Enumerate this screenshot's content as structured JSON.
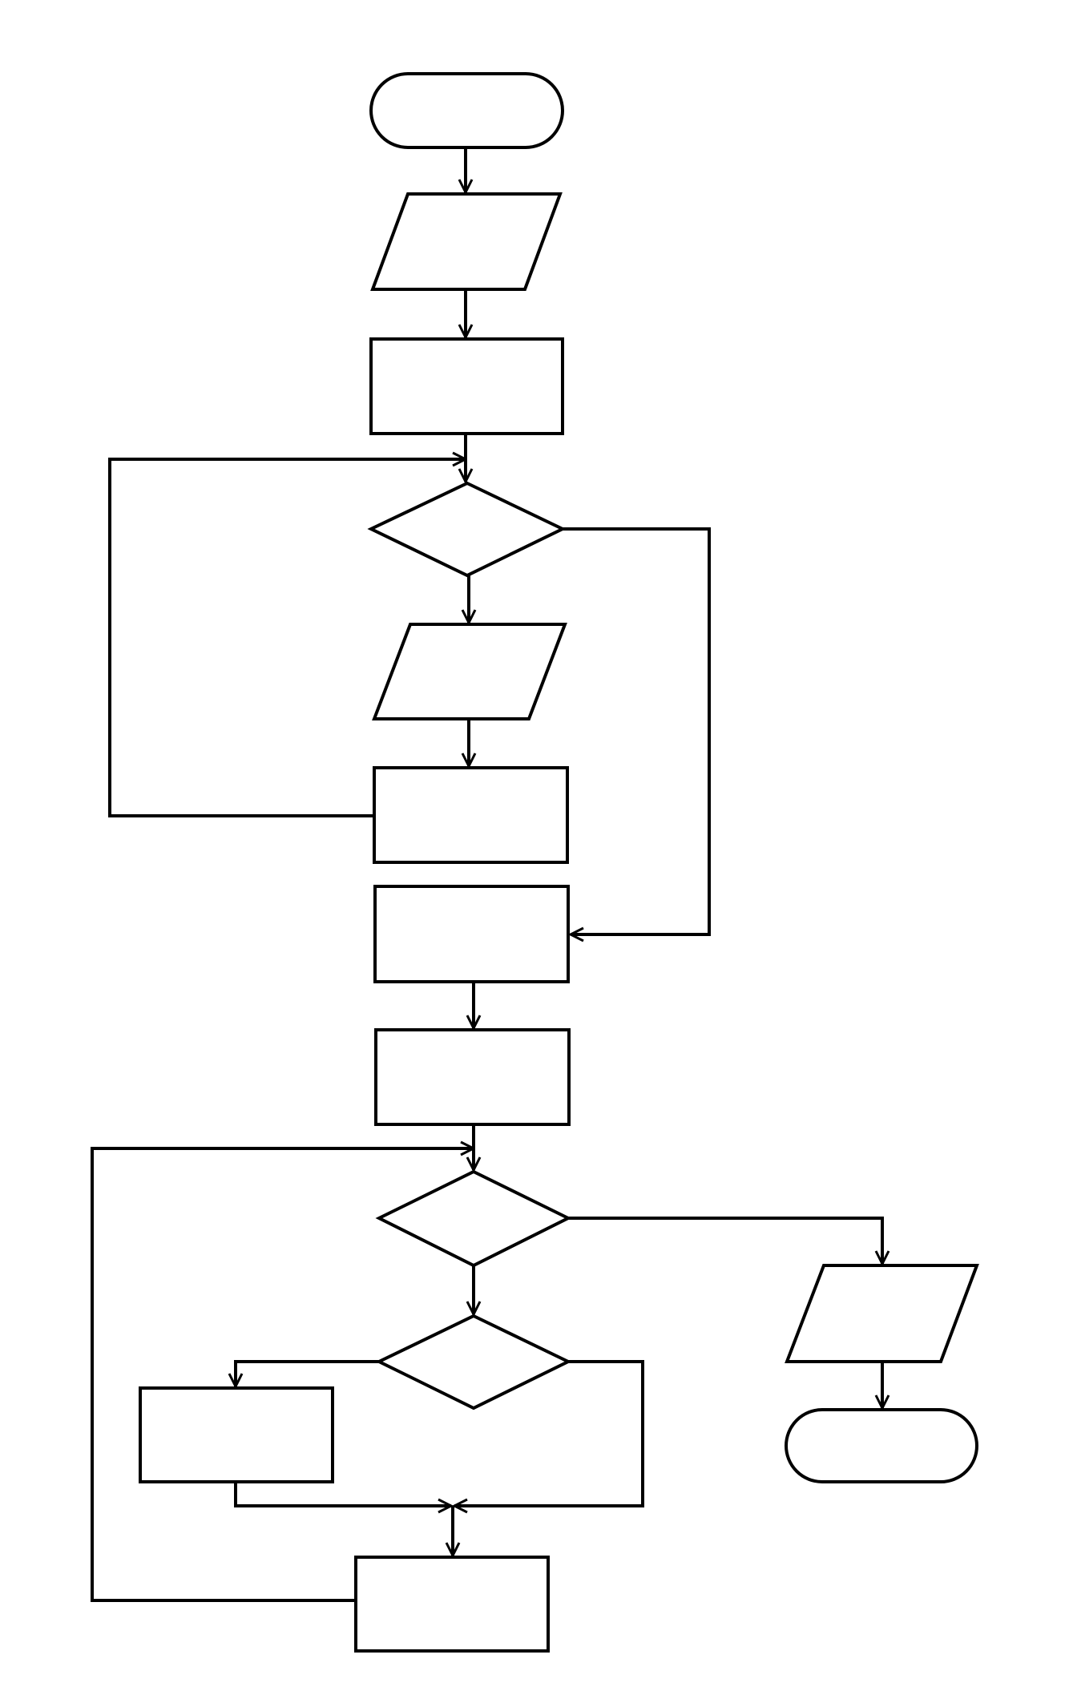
{
  "diagram": {
    "type": "flowchart",
    "line_color": "#000000",
    "background": "#ffffff",
    "nodes": [
      {
        "id": "start",
        "shape": "terminator",
        "label": ""
      },
      {
        "id": "input-1",
        "shape": "parallelogram",
        "label": ""
      },
      {
        "id": "process-1",
        "shape": "rectangle",
        "label": ""
      },
      {
        "id": "decision-1",
        "shape": "diamond",
        "label": ""
      },
      {
        "id": "input-2",
        "shape": "parallelogram",
        "label": ""
      },
      {
        "id": "process-2",
        "shape": "rectangle",
        "label": ""
      },
      {
        "id": "process-3",
        "shape": "rectangle",
        "label": ""
      },
      {
        "id": "process-4",
        "shape": "rectangle",
        "label": ""
      },
      {
        "id": "decision-2",
        "shape": "diamond",
        "label": ""
      },
      {
        "id": "decision-3",
        "shape": "diamond",
        "label": ""
      },
      {
        "id": "process-5",
        "shape": "rectangle",
        "label": ""
      },
      {
        "id": "process-6",
        "shape": "rectangle",
        "label": ""
      },
      {
        "id": "output-1",
        "shape": "parallelogram",
        "label": ""
      },
      {
        "id": "end",
        "shape": "terminator",
        "label": ""
      }
    ],
    "edges": [
      {
        "from": "start",
        "to": "input-1"
      },
      {
        "from": "input-1",
        "to": "process-1"
      },
      {
        "from": "process-1",
        "to": "decision-1"
      },
      {
        "from": "decision-1",
        "to": "input-2"
      },
      {
        "from": "input-2",
        "to": "process-2"
      },
      {
        "from": "process-2",
        "to": "decision-1"
      },
      {
        "from": "decision-1",
        "to": "process-3"
      },
      {
        "from": "process-3",
        "to": "process-4"
      },
      {
        "from": "process-4",
        "to": "decision-2"
      },
      {
        "from": "decision-2",
        "to": "decision-3"
      },
      {
        "from": "decision-2",
        "to": "output-1"
      },
      {
        "from": "output-1",
        "to": "end"
      },
      {
        "from": "decision-3",
        "to": "process-5"
      },
      {
        "from": "process-5",
        "to": "process-6"
      },
      {
        "from": "decision-3",
        "to": "process-6"
      },
      {
        "from": "process-6",
        "to": "decision-2"
      }
    ]
  }
}
